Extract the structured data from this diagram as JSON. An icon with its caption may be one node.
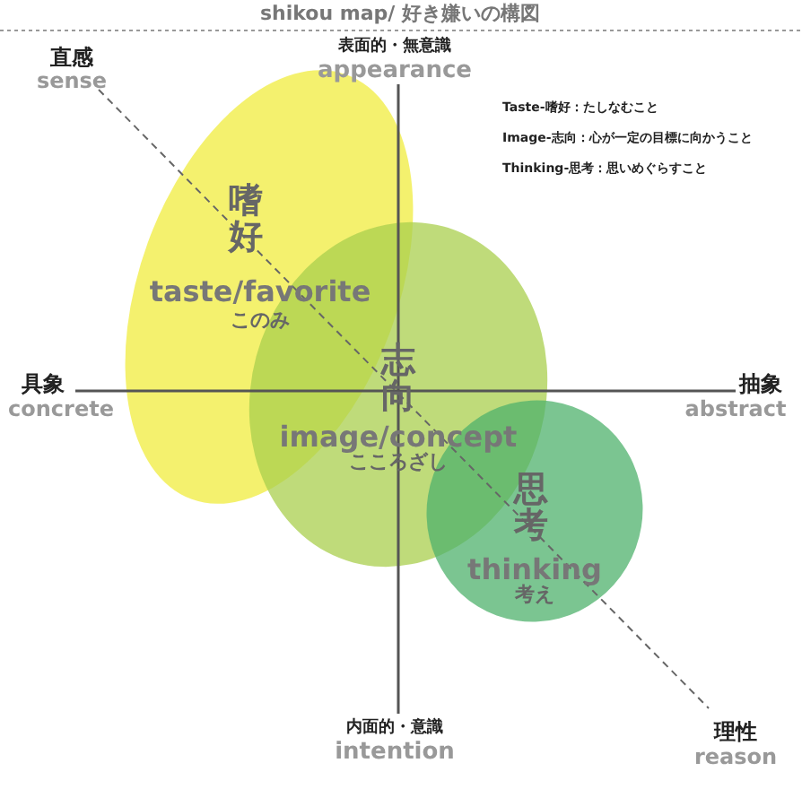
{
  "diagram": {
    "title": "shikou map/ 好き嫌いの構図",
    "nodes": [
      {
        "text": [
          "嗜好",
          "taste/favorite",
          "このみ"
        ]
      },
      {
        "text": [
          "志向",
          "image/concept",
          "こころざし"
        ]
      },
      {
        "text": [
          "思考",
          "thinking",
          "考え"
        ]
      }
    ],
    "labels": [
      "直感",
      "sense",
      "表面的・無意識",
      "appearance",
      "Taste-嗜好：たしなむこと",
      "Image-志向：心が一定の目標に向かうこと",
      "Thinking-思考：思いめぐらすこと",
      "具象",
      "concrete",
      "抽象",
      "abstract",
      "内面的・意識",
      "intention",
      "理性",
      "reason"
    ]
  }
}
